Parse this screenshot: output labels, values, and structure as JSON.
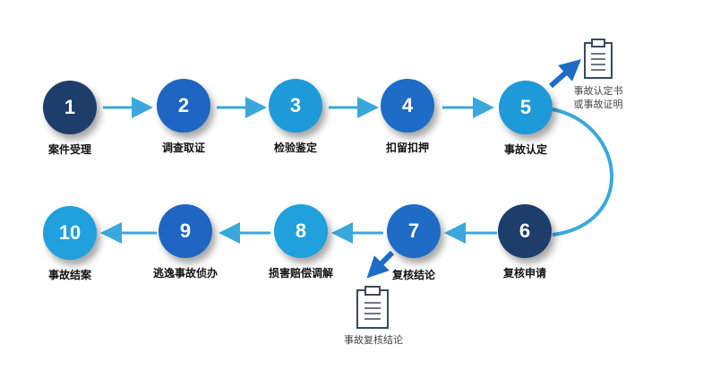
{
  "steps": [
    {
      "num": "1",
      "label": "案件受理",
      "color": "#1d3d6b"
    },
    {
      "num": "2",
      "label": "调查取证",
      "color": "#1e66c2"
    },
    {
      "num": "3",
      "label": "检验鉴定",
      "color": "#1f9ad8"
    },
    {
      "num": "4",
      "label": "扣留扣押",
      "color": "#1e6cc6"
    },
    {
      "num": "5",
      "label": "事故认定",
      "color": "#1f9ad8"
    },
    {
      "num": "6",
      "label": "复核申请",
      "color": "#1d3d6b"
    },
    {
      "num": "7",
      "label": "复核结论",
      "color": "#1e6cc6"
    },
    {
      "num": "8",
      "label": "损害赔偿调解",
      "color": "#20a0dc"
    },
    {
      "num": "9",
      "label": "逃逸事故侦办",
      "color": "#1e66c2"
    },
    {
      "num": "10",
      "label": "事故结案",
      "color": "#20a0dc"
    }
  ],
  "documents": {
    "doc1_line1": "事故认定书",
    "doc1_line2": "或事故证明",
    "doc2": "事故复核结论"
  },
  "colors": {
    "arrow": "#3aa8dc",
    "outArrow": "#1e6cc6",
    "docIcon": "#3a4a5e"
  }
}
